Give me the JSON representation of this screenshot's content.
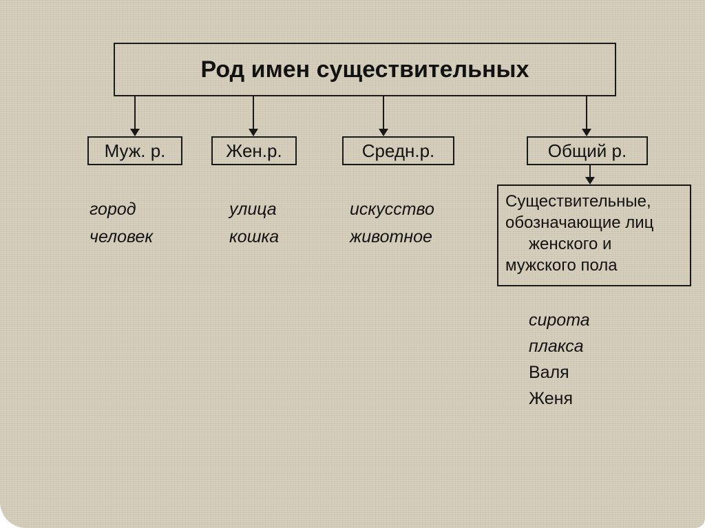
{
  "title": "Род имен существительных",
  "categories": [
    {
      "label": "Муж. р."
    },
    {
      "label": "Жен.р."
    },
    {
      "label": "Средн.р."
    },
    {
      "label": "Общий р."
    }
  ],
  "examples": {
    "masculine": [
      "город",
      "человек"
    ],
    "feminine": [
      "улица",
      "кошка"
    ],
    "neuter": [
      "искусство",
      "животное"
    ]
  },
  "common_box_lines": [
    "Существительные,",
    "обозначающие лиц",
    "женского и",
    "мужского пола"
  ],
  "common_examples_italic": [
    "сирота",
    "плакса"
  ],
  "common_examples_plain": [
    "Валя",
    "Женя"
  ],
  "colors": {
    "background": "#d4cdba",
    "border": "#181818",
    "text": "#121212"
  }
}
